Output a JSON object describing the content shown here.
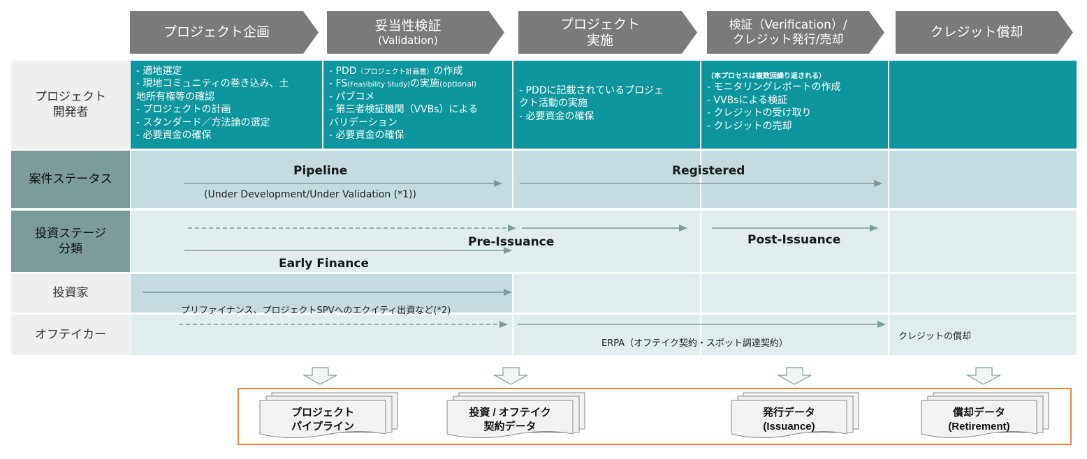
{
  "phases": [
    {
      "title": "プロジェクト企画",
      "sub": ""
    },
    {
      "title": "妥当性検証",
      "sub": "(Validation)"
    },
    {
      "title": "プロジェクト",
      "sub": "実施"
    },
    {
      "title": "検証（Verification）/",
      "sub": "クレジット発行/売却"
    },
    {
      "title": "クレジット償却",
      "sub": ""
    }
  ],
  "rows": {
    "developer": {
      "line1": "プロジェクト",
      "line2": "開発者"
    },
    "status": {
      "label": "案件ステータス"
    },
    "stage": {
      "line1": "投資ステージ",
      "line2": "分類"
    },
    "investor": {
      "label": "投資家"
    },
    "offtaker": {
      "label": "オフテイカー"
    }
  },
  "developer_cells": {
    "c1": [
      "- 適地選定",
      "- 現地コミュニティの巻き込み、土",
      "地所有権等の確認",
      "- プロジェクトの計画",
      "- スタンダード／方法論の選定",
      "- 必要資金の確保"
    ],
    "c2": {
      "l1": "- PDD",
      "l1_small": "（プロジェクト計画書）",
      "l1_end": "の作成",
      "l2": "- FS",
      "l2_small": "(Feasibility Study)",
      "l2_end": "の実施",
      "l2_opt": "(optional)",
      "rest": [
        "- パブコメ",
        "- 第三者検証機関（VVBs）による",
        "バリデーション",
        "- 必要資金の確保"
      ]
    },
    "c3": [
      "- PDDに記載されているプロジェ",
      "クト活動の実施",
      "- 必要資金の確保"
    ],
    "c4_note": "（本プロセスは複数回繰り返される）",
    "c4": [
      "- モニタリングレポートの作成",
      "- VVBsによる検証",
      "- クレジットの受け取り",
      "- クレジットの売却"
    ]
  },
  "status_labels": {
    "pipeline": "Pipeline",
    "pipeline_note": "(Under Development/Under Validation (*1))",
    "registered": "Registered"
  },
  "stage_labels": {
    "pre_issuance": "Pre-Issuance",
    "post_issuance": "Post-Issuance",
    "early_finance": "Early Finance"
  },
  "investor_note": "プリファイナンス、プロジェクトSPVへのエクイティ出資など(*2)",
  "offtaker_notes": {
    "erpa": "ERPA（オフテイク契約・スポット調達契約）",
    "retire": "クレジットの償却"
  },
  "documents": [
    {
      "line1": "プロジェクト",
      "line2": "パイプライン"
    },
    {
      "line1": "投資 / オフテイク",
      "line2": "契約データ"
    },
    {
      "line1": "発行データ",
      "line2": "(Issuance)"
    },
    {
      "line1": "償却データ",
      "line2": "(Retirement)"
    }
  ],
  "colors": {
    "phase_header": "#7a7a7a",
    "teal": "#0d969e",
    "status_dark": "#7b9c9a",
    "light_row": "#c4dce0",
    "pale_row": "#e0ecee",
    "row_label_bg": "#efefef",
    "output_border": "#ee8340",
    "arrow": "#7c9c9a"
  }
}
